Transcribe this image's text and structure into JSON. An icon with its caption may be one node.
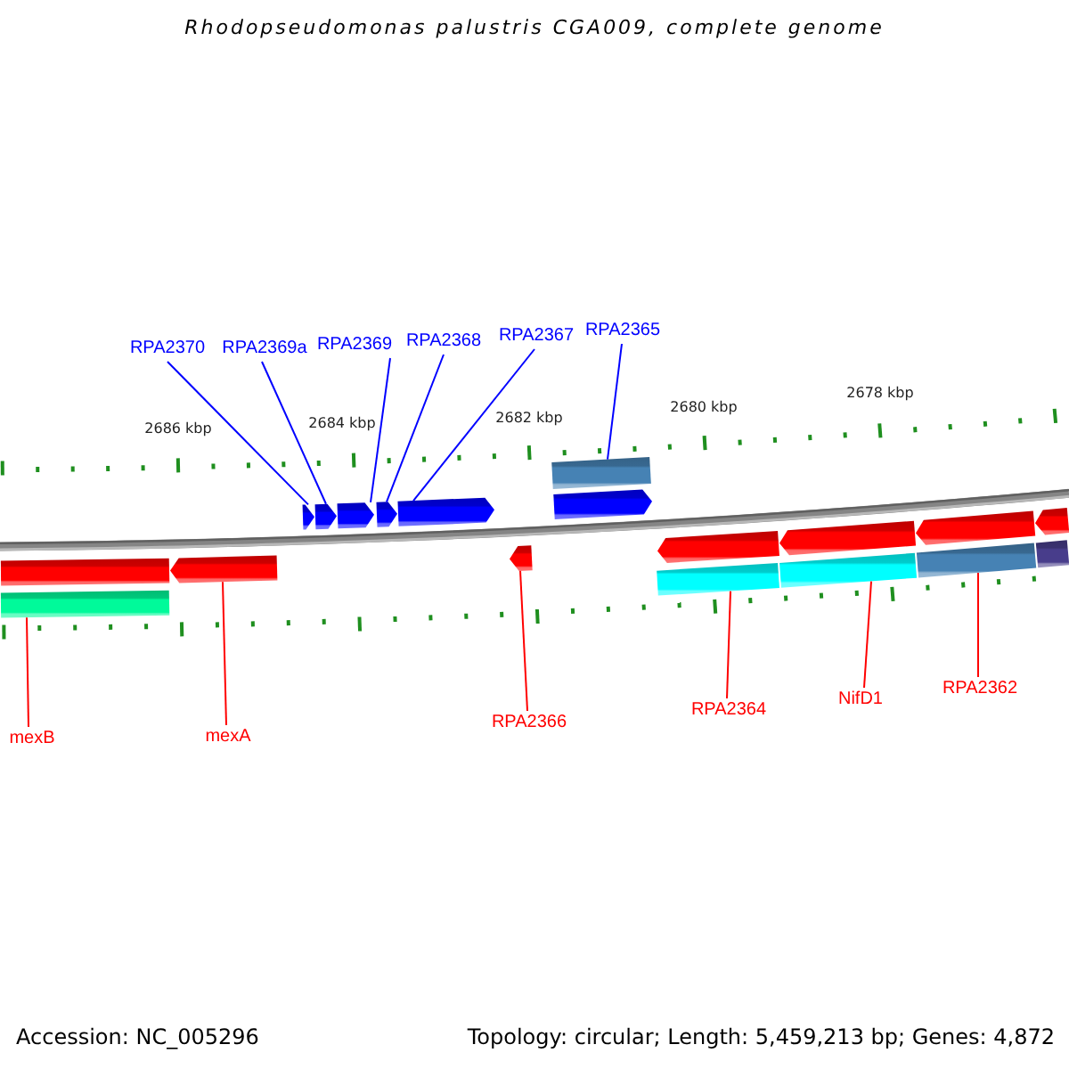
{
  "diagram": {
    "title": "Rhodopseudomonas palustris CGA009, complete genome",
    "nodes": [
      {
        "text": [
          "RPA2370"
        ]
      },
      {
        "text": [
          "RPA2369a"
        ]
      },
      {
        "text": [
          "RPA2369"
        ]
      },
      {
        "text": [
          "RPA2368"
        ]
      },
      {
        "text": [
          "RPA2367"
        ]
      },
      {
        "text": [
          "RPA2365"
        ]
      },
      {
        "text": [],
        "shape": "bar"
      },
      {
        "text": [],
        "shape": "pentagon"
      },
      {
        "text": [],
        "shape": "pentagon"
      },
      {
        "text": [],
        "shape": "pentagon"
      },
      {
        "text": [],
        "shape": "pentagon"
      },
      {
        "text": [],
        "shape": "pentagon"
      },
      {
        "text": [],
        "shape": "pentagon"
      },
      {
        "text": [],
        "shape": "bar"
      },
      {
        "text": [],
        "shape": "pentagon"
      },
      {
        "text": [],
        "shape": "pentagon"
      },
      {
        "text": [],
        "shape": "pentagon"
      },
      {
        "text": [],
        "shape": "pentagon"
      },
      {
        "text": [],
        "shape": "pentagon"
      },
      {
        "text": [],
        "shape": "pentagon"
      },
      {
        "text": [],
        "shape": "bar"
      },
      {
        "text": [],
        "shape": "bar"
      },
      {
        "text": [],
        "shape": "bar"
      },
      {
        "text": [],
        "shape": "bar"
      },
      {
        "text": [],
        "shape": "bar"
      },
      {
        "text": [
          "mexB"
        ]
      },
      {
        "text": [
          "mexA"
        ]
      },
      {
        "text": [
          "RPA2366"
        ]
      },
      {
        "text": [
          "RPA2364"
        ]
      },
      {
        "text": [
          "NifD1"
        ]
      },
      {
        "text": [
          "RPA2362"
        ]
      }
    ],
    "edges": [
      {
        "from": 0,
        "to": 7,
        "arrow": "none",
        "color": "#0000ff"
      },
      {
        "from": 1,
        "to": 8,
        "arrow": "none",
        "color": "#0000ff"
      },
      {
        "from": 2,
        "to": 9,
        "arrow": "none",
        "color": "#0000ff"
      },
      {
        "from": 3,
        "to": 10,
        "arrow": "none",
        "color": "#0000ff"
      },
      {
        "from": 4,
        "to": 11,
        "arrow": "none",
        "color": "#0000ff"
      },
      {
        "from": 5,
        "to": 6,
        "arrow": "none",
        "color": "#0000ff"
      },
      {
        "from": 25,
        "to": 20,
        "arrow": "none",
        "color": "#ff0000"
      },
      {
        "from": 26,
        "to": 14,
        "arrow": "none",
        "color": "#ff0000"
      },
      {
        "from": 27,
        "to": 15,
        "arrow": "none",
        "color": "#ff0000"
      },
      {
        "from": 28,
        "to": 21,
        "arrow": "none",
        "color": "#ff0000"
      },
      {
        "from": 29,
        "to": 22,
        "arrow": "none",
        "color": "#ff0000"
      },
      {
        "from": 30,
        "to": 23,
        "arrow": "none",
        "color": "#ff0000"
      }
    ],
    "labels": [
      "2686 kbp",
      "2684 kbp",
      "2682 kbp",
      "2680 kbp",
      "2678 kbp",
      "Accession: NC_005296",
      "Topology: circular; Length: 5,459,213 bp; Genes: 4,872"
    ]
  }
}
